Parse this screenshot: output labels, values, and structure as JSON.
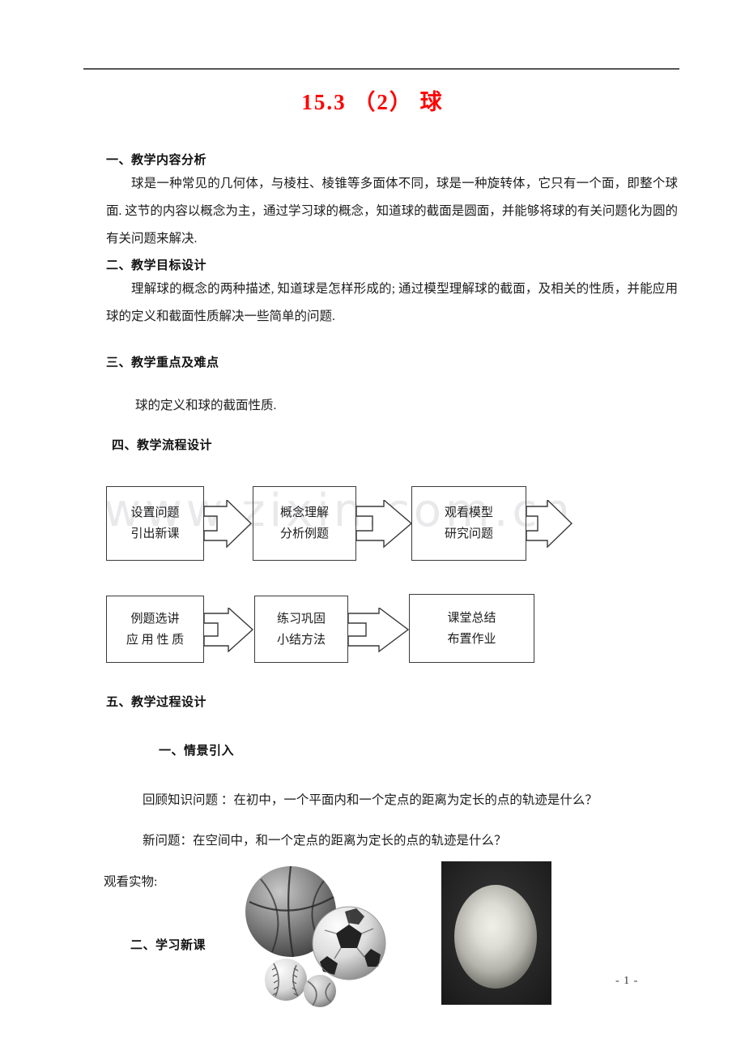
{
  "document": {
    "title": "15.3 （2） 球",
    "title_color": "#ff0000",
    "page_number": "- 1 -",
    "watermark": "www.zixin.com.cn"
  },
  "sections": {
    "s1_heading": "一、教学内容分析",
    "s1_body": "球是一种常见的几何体，与棱柱、棱锥等多面体不同，球是一种旋转体，它只有一个面，即整个球面. 这节的内容以概念为主，通过学习球的概念，知道球的截面是圆面，并能够将球的有关问题化为圆的有关问题来解决.",
    "s2_heading": "二、教学目标设计",
    "s2_body": "理解球的概念的两种描述, 知道球是怎样形成的; 通过模型理解球的截面，及相关的性质，并能应用球的定义和截面性质解决一些简单的问题.",
    "s3_heading": "三、教学重点及难点",
    "s3_body": "球的定义和球的截面性质.",
    "s4_heading": "四、教学流程设计",
    "s5_heading": "五、教学过程设计",
    "sub1_heading": "一、情景引入",
    "review_question": "回顾知识问题 ：在初中，一个平面内和一个定点的距离为定长的点的轨迹是什么？",
    "new_question": "新问题：在空间中，和一个定点的距离为定长的点的轨迹是什么？",
    "observe_label": "观看实物:",
    "sub2_heading": "二、学习新课"
  },
  "flowchart": {
    "row1": [
      {
        "line1": "设置问题",
        "line2": "引出新课"
      },
      {
        "line1": "概念理解",
        "line2": "分析例题"
      },
      {
        "line1": "观看模型",
        "line2": "研究问题"
      }
    ],
    "row2": [
      {
        "line1": "例题选讲",
        "line2": "应 用 性 质"
      },
      {
        "line1": "练习巩固",
        "line2": "小结方法"
      },
      {
        "line1": "课堂总结",
        "line2": "布置作业"
      }
    ]
  },
  "images": {
    "balls_alt": "sports-balls-photo",
    "sphere_alt": "lit-sphere-photo"
  }
}
